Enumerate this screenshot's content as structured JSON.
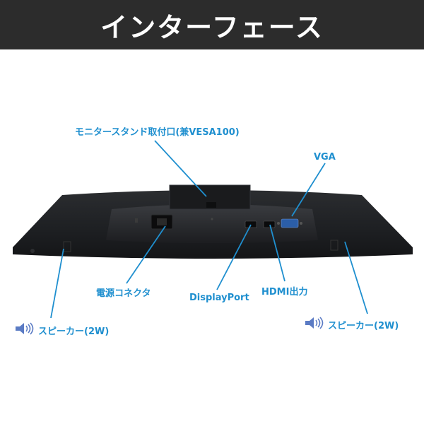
{
  "header": {
    "title": "インターフェース"
  },
  "labels": {
    "stand_mount": "モニタースタンド取付口(兼VESA100)",
    "vga": "VGA",
    "power": "電源コネクタ",
    "displayport": "DisplayPort",
    "hdmi": "HDMI出力",
    "speaker_left": "スピーカー(2W)",
    "speaker_right": "スピーカー(2W)"
  },
  "colors": {
    "accent": "#1f8fcf",
    "speaker_icon": "#5b7bc4",
    "header_bg": "#2c2c2c"
  }
}
